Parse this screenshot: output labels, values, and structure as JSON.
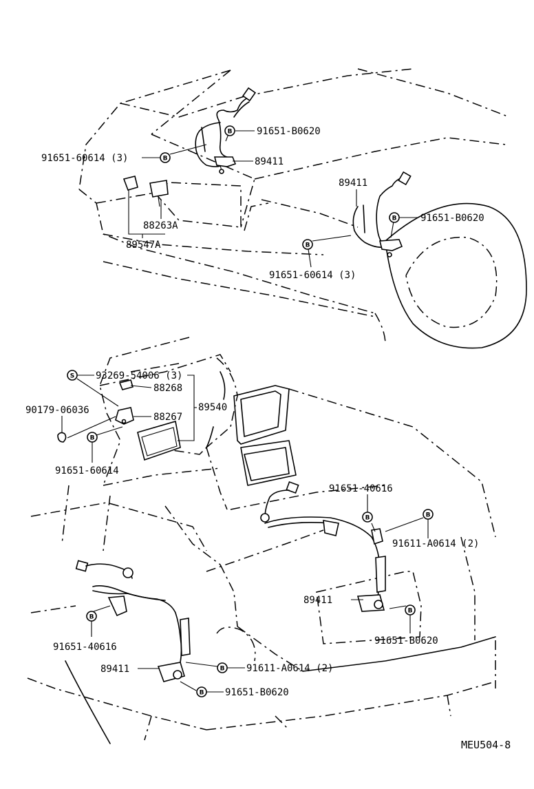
{
  "diagram": {
    "caption": "MEU504-8",
    "symbols": {
      "bolt": "B",
      "screw": "S"
    },
    "sections": {
      "front_upper": {
        "labels": [
          "91651-B0620",
          "91651-60614 (3)",
          "89411",
          "88263A",
          "89547A",
          "89411",
          "91651-B0620",
          "91651-60614 (3)"
        ]
      },
      "ecu": {
        "labels": [
          "93269-54006 (3)",
          "88268",
          "90179-06036",
          "88267",
          "89540",
          "91651-60614"
        ]
      },
      "rear": {
        "labels": [
          "91651-40616",
          "91611-A0614 (2)",
          "89411",
          "91651-B0620",
          "91651-40616",
          "89411",
          "91611-A0614 (2)",
          "91651-B0620"
        ]
      }
    }
  }
}
